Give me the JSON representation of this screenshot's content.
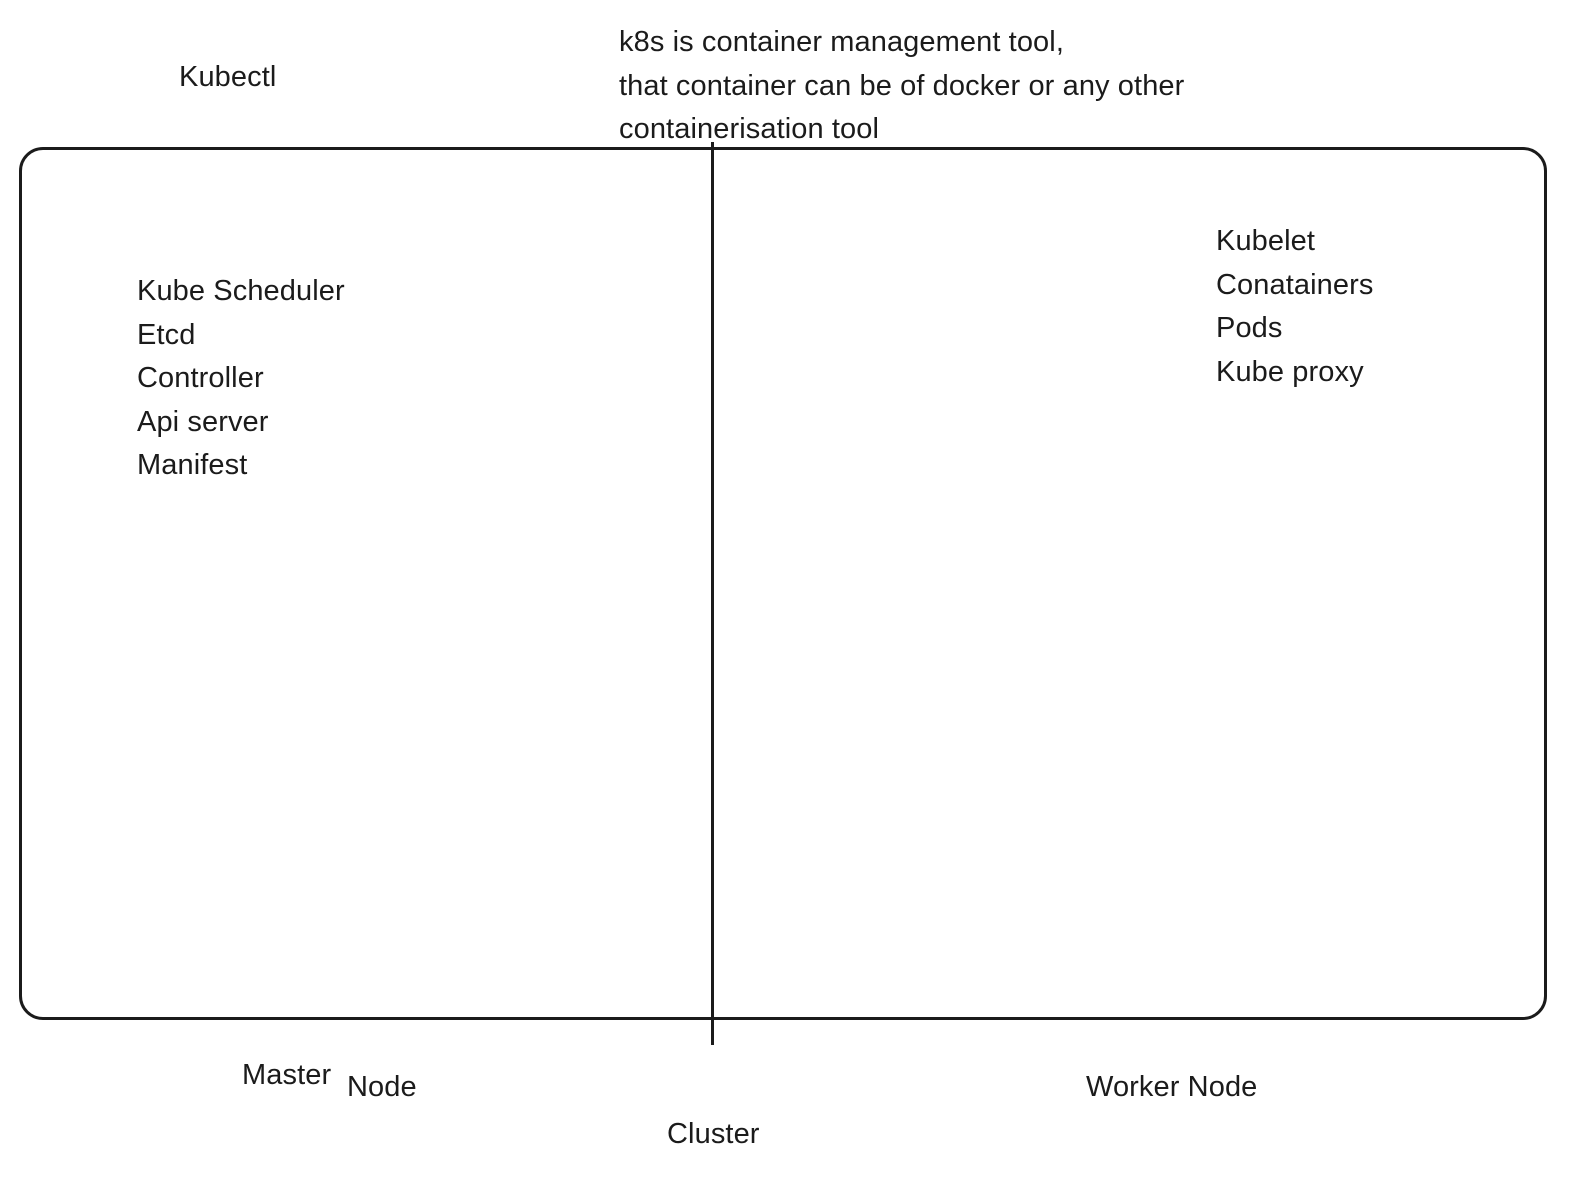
{
  "labels": {
    "kubectl": "Kubectl",
    "description_lines": [
      "k8s is container management tool,",
      "that container can be of docker or any other",
      "containerisation tool"
    ],
    "master_word": "Master",
    "node_word": "Node",
    "worker_node": "Worker Node",
    "cluster": "Cluster"
  },
  "master_components": [
    "Kube Scheduler",
    "Etcd",
    "Controller",
    "Api server",
    "Manifest"
  ],
  "worker_components": [
    "Kubelet",
    "Conatainers",
    "Pods",
    "Kube proxy"
  ],
  "colors": {
    "stroke": "#1b1b1b",
    "background": "#ffffff"
  }
}
